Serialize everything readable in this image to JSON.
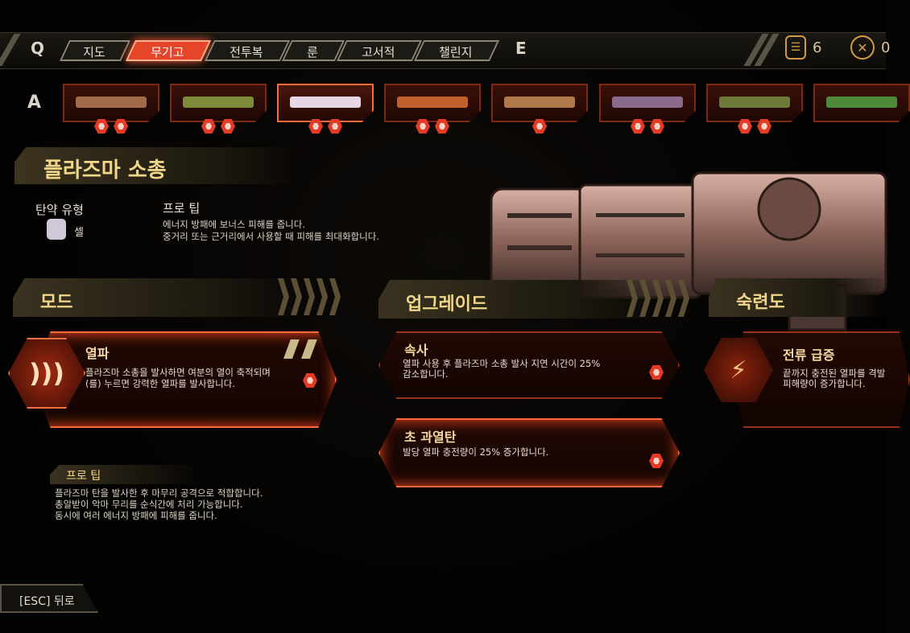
{
  "nav": {
    "left_key": "Q",
    "right_key": "E",
    "tabs": [
      {
        "label": "지도",
        "active": false
      },
      {
        "label": "무기고",
        "active": true
      },
      {
        "label": "전투복",
        "active": false
      },
      {
        "label": "룬",
        "active": false
      },
      {
        "label": "고서적",
        "active": false
      },
      {
        "label": "챌린지",
        "active": false
      }
    ],
    "currency_1": "6",
    "currency_2": "0"
  },
  "weapon_strip": {
    "key": "A",
    "slots": [
      {
        "name": "gun-1",
        "color": "#a06b48",
        "hexes": 2
      },
      {
        "name": "gun-2",
        "color": "#7c8a3a",
        "hexes": 2
      },
      {
        "name": "gun-3",
        "color": "#e9d6e4",
        "hexes": 2
      },
      {
        "name": "gun-4",
        "color": "#c0602c",
        "hexes": 2
      },
      {
        "name": "gun-5",
        "color": "#b07a4a",
        "hexes": 1
      },
      {
        "name": "gun-6",
        "color": "#8a6a8a",
        "hexes": 2
      },
      {
        "name": "gun-7",
        "color": "#6e7a3a",
        "hexes": 2
      },
      {
        "name": "gun-8",
        "color": "#4e8a3a",
        "hexes": 0
      }
    ]
  },
  "weapon": {
    "title": "플라즈마 소총",
    "ammo_label": "탄약 유형",
    "ammo_type": "셀",
    "tip_label": "프로 팁",
    "tip_line1": "에너지 방패에 보너스 피해를 줍니다.",
    "tip_line2": "중거리 또는 근거리에서 사용할 때 피해를 최대화합니다."
  },
  "sections": {
    "mod": "모드",
    "upgrade": "업그레이드",
    "mastery": "숙련도"
  },
  "mod_card": {
    "title": "열파",
    "desc1": "플라즈마 소총을 발사하면 여분의 열이 축적되며",
    "desc2": "(를) 누르면 강력한 열파를 발사합니다."
  },
  "upgrade_1": {
    "title": "속사",
    "desc1": "열파 사용 후 플라즈마 소총 발사 지연 시간이 25%",
    "desc2": "감소합니다."
  },
  "upgrade_2": {
    "title": "초 과열탄",
    "desc1": "발당 열파 충전량이 25% 증가합니다."
  },
  "mastery_card": {
    "title": "전류 급증",
    "desc1": "끝까지 충전된 열파를 격발",
    "desc2": "피해량이 증가합니다."
  },
  "pro_tip": {
    "label": "프로 팁",
    "line1": "플라즈마 탄을 발사한 후 마무리 공격으로 적합합니다.",
    "line2": "총알받이 악마 무리를 순식간에 처리 가능합니다.",
    "line3": "동시에 여러 에너지 방패에 피해를 줍니다."
  },
  "footer": {
    "back": "[ESC] 뒤로"
  }
}
